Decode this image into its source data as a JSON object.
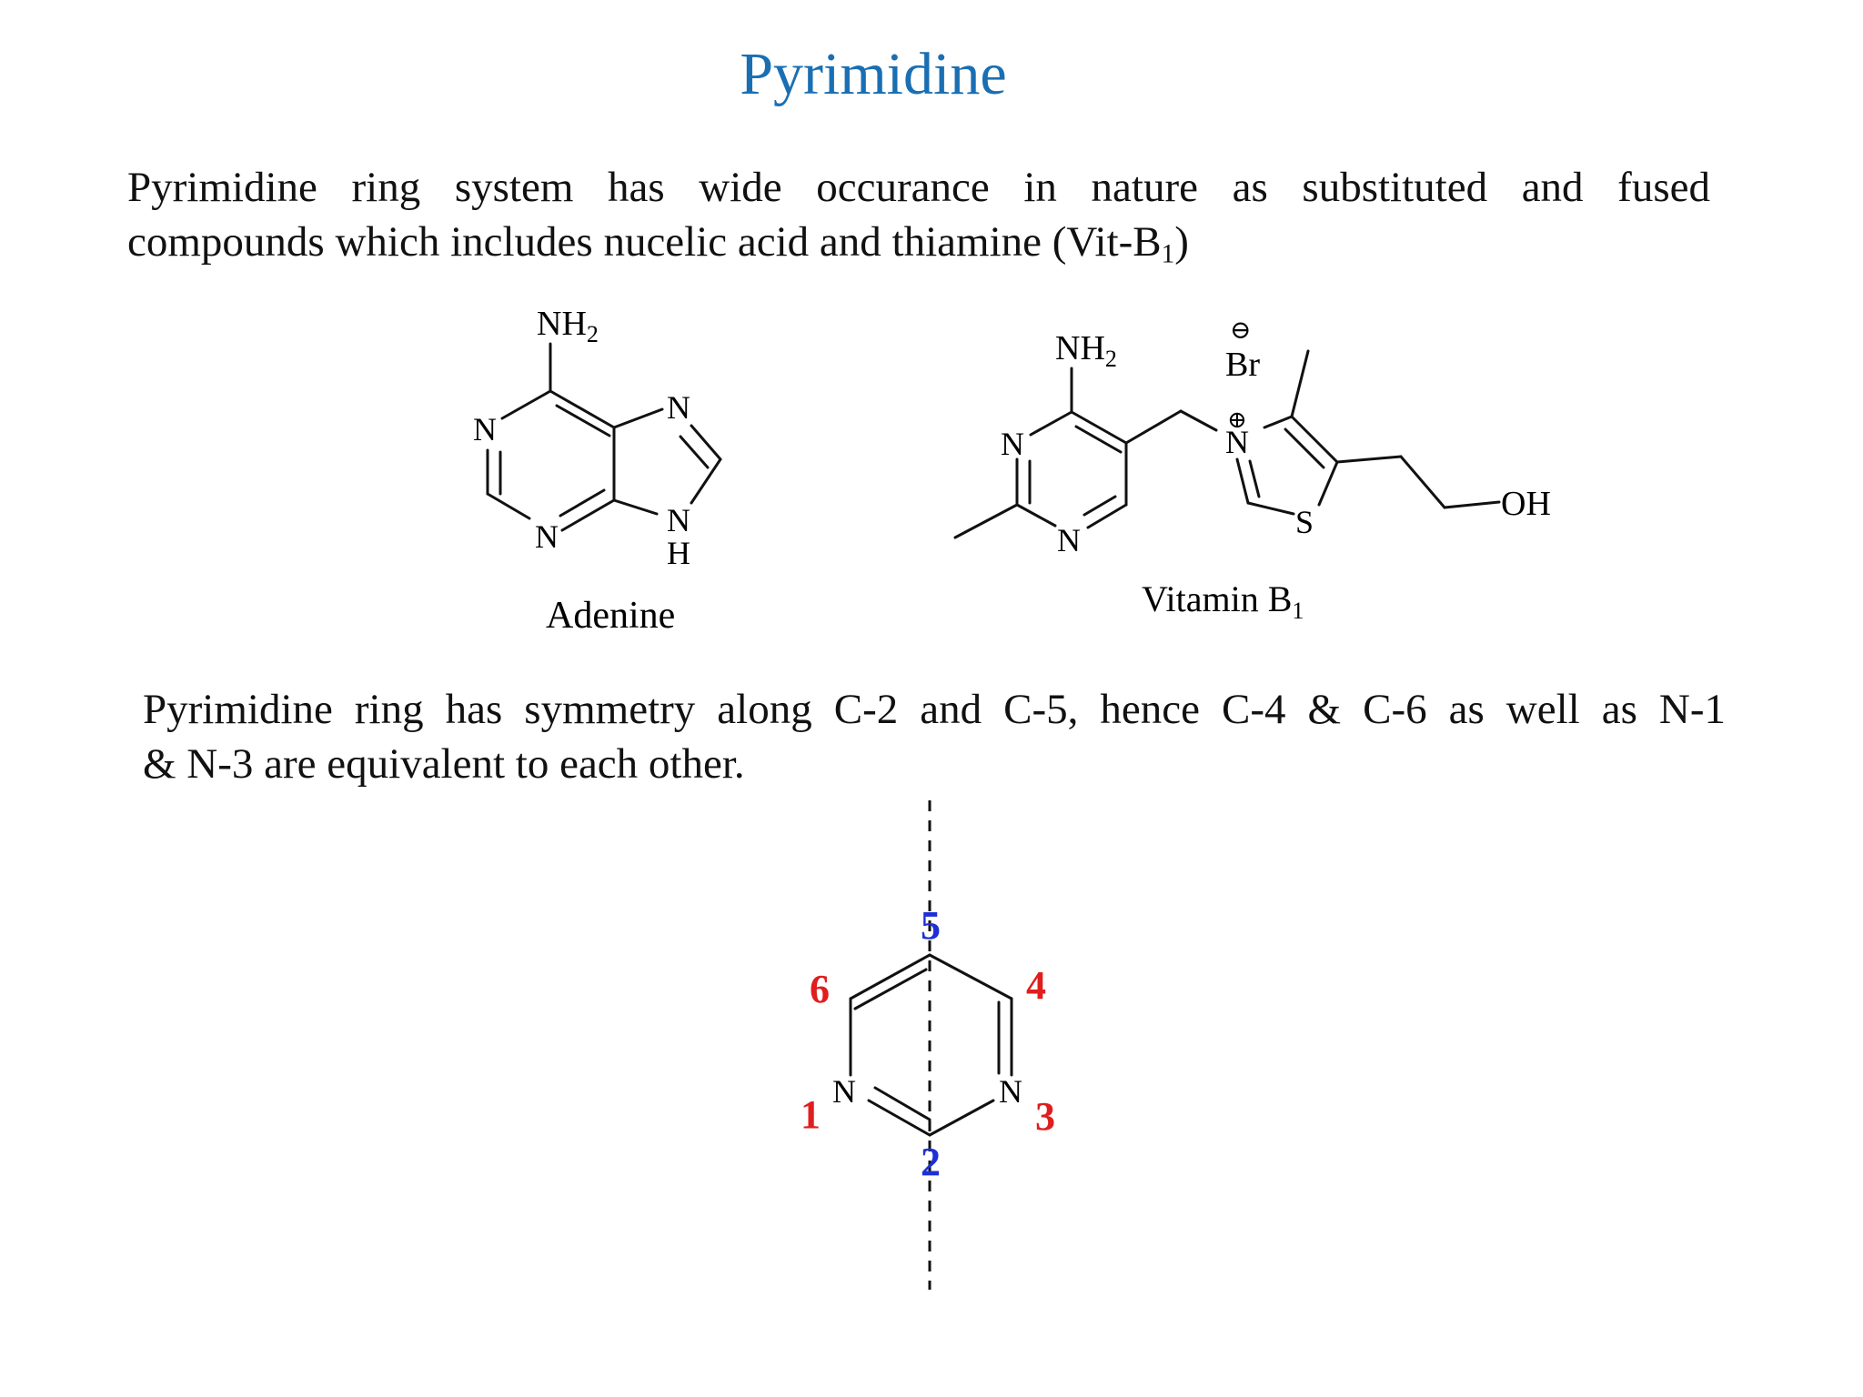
{
  "slide": {
    "title": "Pyrimidine",
    "para1": {
      "line1": "Pyrimidine ring system has wide occurance in nature as substituted and fused",
      "line2_text": "compounds which includes nucelic acid and thiamine (Vit-B",
      "line2_sub": "1",
      "line2_end": ")"
    },
    "para2": {
      "line1": "Pyrimidine ring has symmetry along C-2 and C-5, hence C-4 & C-6 as well as N-1",
      "line2": "& N-3 are equivalent to each other."
    }
  },
  "adenine": {
    "caption": "Adenine",
    "nh2_base": "NH",
    "nh2_sub": "2",
    "n": "N",
    "h": "H"
  },
  "vitamin_b1": {
    "caption_base": "Vitamin B",
    "caption_sub": "1",
    "nh2_base": "NH",
    "nh2_sub": "2",
    "n": "N",
    "br": "Br",
    "s": "S",
    "oh": "OH",
    "minus": "⊖",
    "plus": "⊕"
  },
  "pyrimidine_ring": {
    "n": "N",
    "labels_red": {
      "one": "1",
      "three": "3",
      "four": "4",
      "six": "6"
    },
    "labels_blue": {
      "two": "2",
      "five": "5"
    },
    "colors": {
      "red": "#e01e1e",
      "blue": "#1f2fd6",
      "title": "#1a6fb3"
    }
  }
}
